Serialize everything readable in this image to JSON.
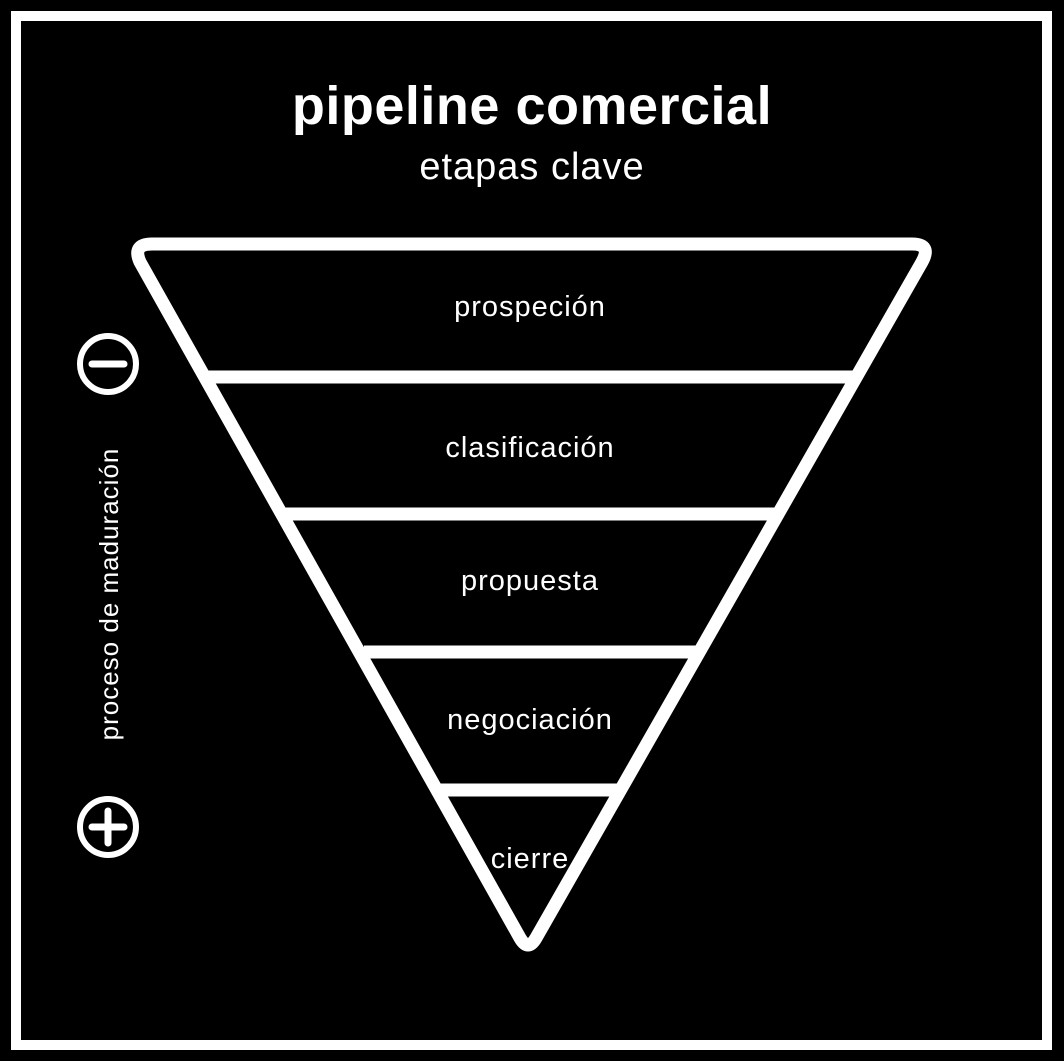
{
  "header": {
    "title": "pipeline comercial",
    "subtitle": "etapas clave"
  },
  "funnel": {
    "stages": [
      {
        "label": "prospeción"
      },
      {
        "label": "clasificación"
      },
      {
        "label": "propuesta"
      },
      {
        "label": "negociación"
      },
      {
        "label": "cierre"
      }
    ]
  },
  "side_axis": {
    "label": "proceso de maduración",
    "top_icon": "minus-circle-icon",
    "bottom_icon": "plus-circle-icon"
  },
  "colors": {
    "background": "#000000",
    "foreground": "#ffffff"
  }
}
